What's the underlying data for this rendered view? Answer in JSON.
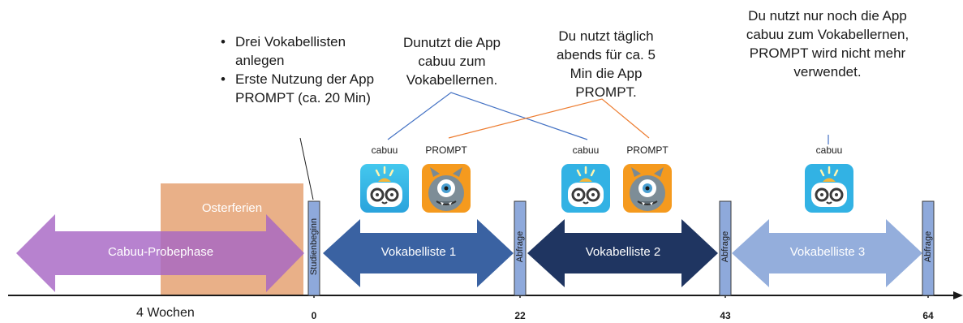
{
  "phases": {
    "probe": "Cabuu-Probephase",
    "holidays": "Osterferien",
    "list1": "Vokabelliste 1",
    "list2": "Vokabelliste 2",
    "list3": "Vokabelliste 3"
  },
  "markers": {
    "start": "Studienbeginn",
    "query": "Abfrage"
  },
  "ticks": [
    "0",
    "22",
    "43",
    "64"
  ],
  "duration": "4 Wochen",
  "setup_notes": [
    "Drei Vokabellisten anlegen",
    "Erste Nutzung der App PROMPT (ca. 20 Min)"
  ],
  "notes": {
    "cabuu": "Dunutzt die App cabuu zum Vokabellernen.",
    "prompt": "Du nutzt täglich abends für ca. 5 Min die App PROMPT.",
    "final": "Du nutzt nur noch die App cabuu zum Vokabellernen, PROMPT wird nicht mehr verwendet."
  },
  "apps": {
    "cabuu": "cabuu",
    "prompt": "PROMPT"
  },
  "colors": {
    "probe": "#a766c4",
    "holidays": "#e9b088",
    "list1": "#3a62a2",
    "list2": "#1f3561",
    "list3": "#94aedc",
    "marker": "#8ea9db",
    "cabuu_connector": "#4472c4",
    "prompt_connector": "#ed7d31"
  }
}
